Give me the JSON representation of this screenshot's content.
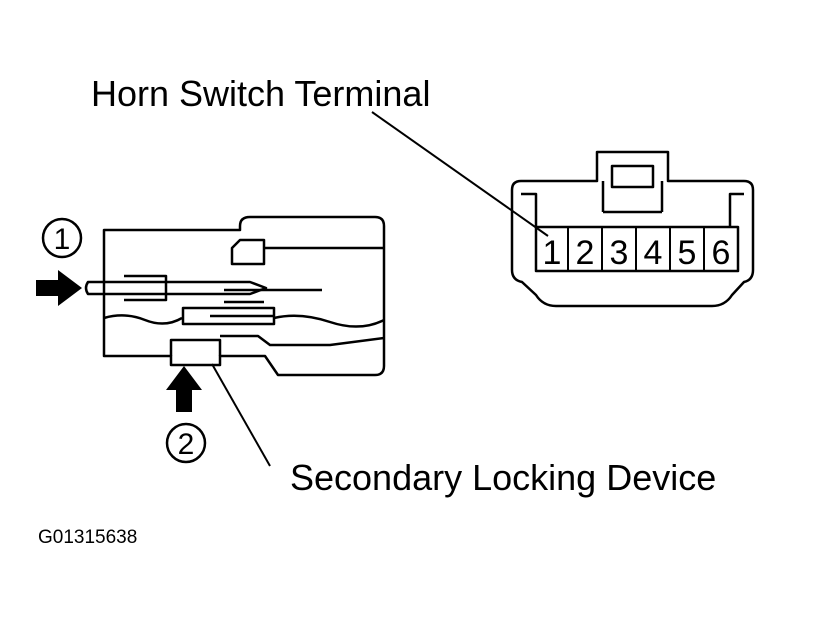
{
  "labels": {
    "horn_switch_terminal": "Horn Switch Terminal",
    "secondary_locking_device": "Secondary Locking Device",
    "step_1": "1",
    "step_2": "2",
    "figure_code": "G01315638"
  },
  "connector": {
    "pins": [
      "1",
      "2",
      "3",
      "4",
      "5",
      "6"
    ]
  },
  "colors": {
    "ink": "#000000",
    "background": "#ffffff"
  }
}
